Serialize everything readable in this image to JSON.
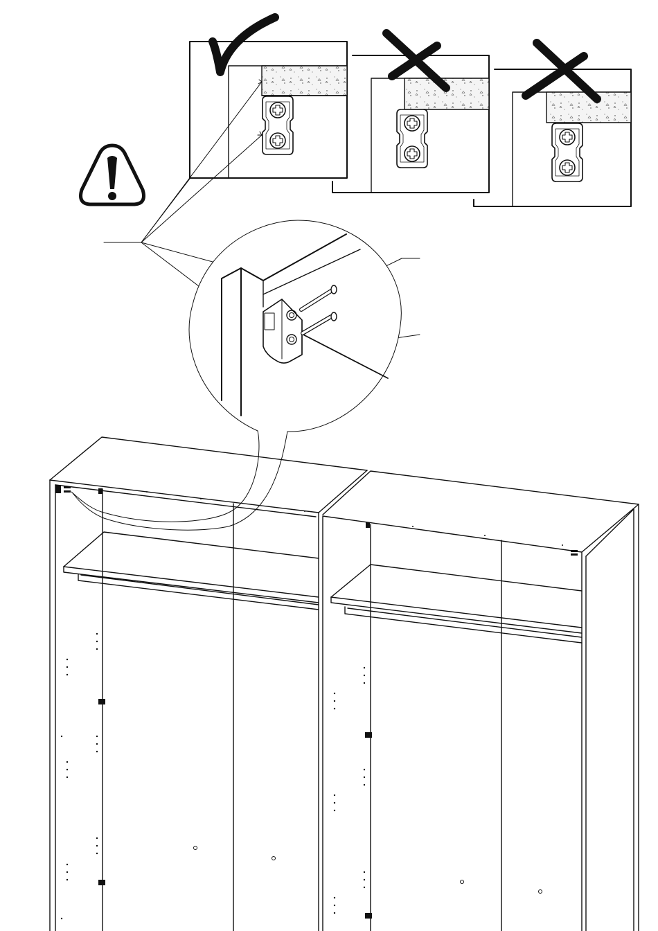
{
  "page": {
    "kind": "assembly-instruction-step",
    "colors": {
      "ink": "#111111",
      "paper": "#ffffff",
      "concrete": "#f3f3f3"
    }
  },
  "warning": {
    "icon": "warning-triangle-icon"
  },
  "detail_panels": [
    {
      "id": "correct",
      "verdict_icon": "checkmark-icon",
      "state": "correct"
    },
    {
      "id": "wrong-1",
      "verdict_icon": "cross-icon",
      "state": "wrong"
    },
    {
      "id": "wrong-2",
      "verdict_icon": "cross-icon",
      "state": "wrong"
    }
  ],
  "hardware": {
    "bracket": "wall-fixing-bracket",
    "screws": 2
  },
  "furniture": {
    "kind": "two-section-wardrobe-carcass",
    "sections": 2
  }
}
